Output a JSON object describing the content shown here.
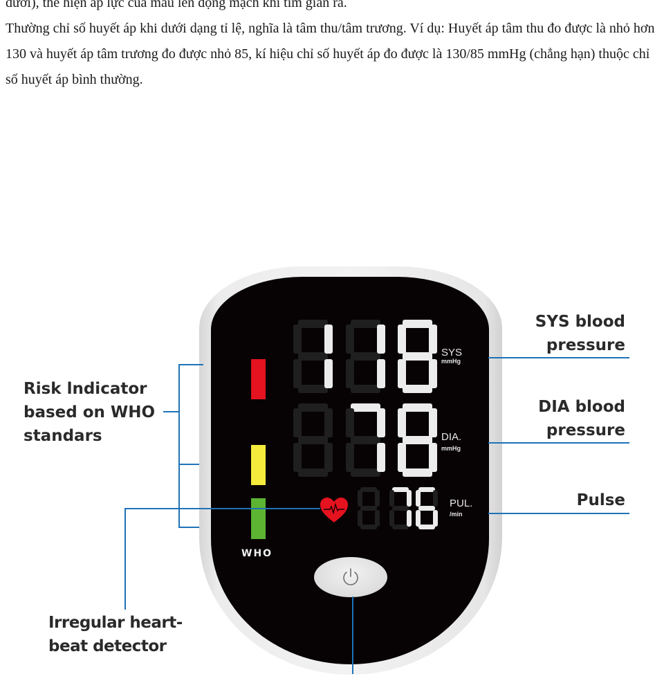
{
  "article": {
    "paragraphs": [
      "dưới), thể hiện áp lực của máu lên động mạch khi tim giãn ra.",
      "Thường chỉ số huyết áp khi dưới dạng tỉ lệ, nghĩa là tâm thu/tâm trương. Ví dụ: Huyết áp tâm thu đo được là nhỏ hơn 130 và huyết áp tâm trương đo được nhỏ 85, kí hiệu chỉ số huyết áp đo được là 130/85 mmHg (chẳng hạn) thuộc chỉ số huyết áp bình thường."
    ]
  },
  "device": {
    "readings": {
      "sys": {
        "value": "118",
        "label": "SYS",
        "unit": "mmHg"
      },
      "dia": {
        "value": "78",
        "label": "DIA.",
        "unit": "mmHg"
      },
      "pulse": {
        "value": "76",
        "label": "PUL.",
        "unit": "/min"
      }
    },
    "risk_indicator": {
      "label": "WHO",
      "bars": [
        {
          "level": "high",
          "color": "#e5121f"
        },
        {
          "level": "medium",
          "color": "#f4eb3c"
        },
        {
          "level": "normal",
          "color": "#5cb432"
        }
      ]
    },
    "icons": {
      "heart": "heart-ecg-icon",
      "power": "power-icon"
    },
    "colors": {
      "screen": "#070304",
      "segment_on": "#ececec",
      "segment_off": "#1f1f1f",
      "callout_line": "#1e72b8",
      "heart": "#e5121f"
    }
  },
  "callouts": {
    "sys": [
      "SYS blood",
      "pressure"
    ],
    "dia": [
      "DIA blood",
      "pressure"
    ],
    "pulse": "Pulse",
    "risk": [
      "Risk lndicator",
      "based on WHO",
      "standars"
    ],
    "irregular": [
      "Irregular heart-",
      "beat detector"
    ]
  }
}
